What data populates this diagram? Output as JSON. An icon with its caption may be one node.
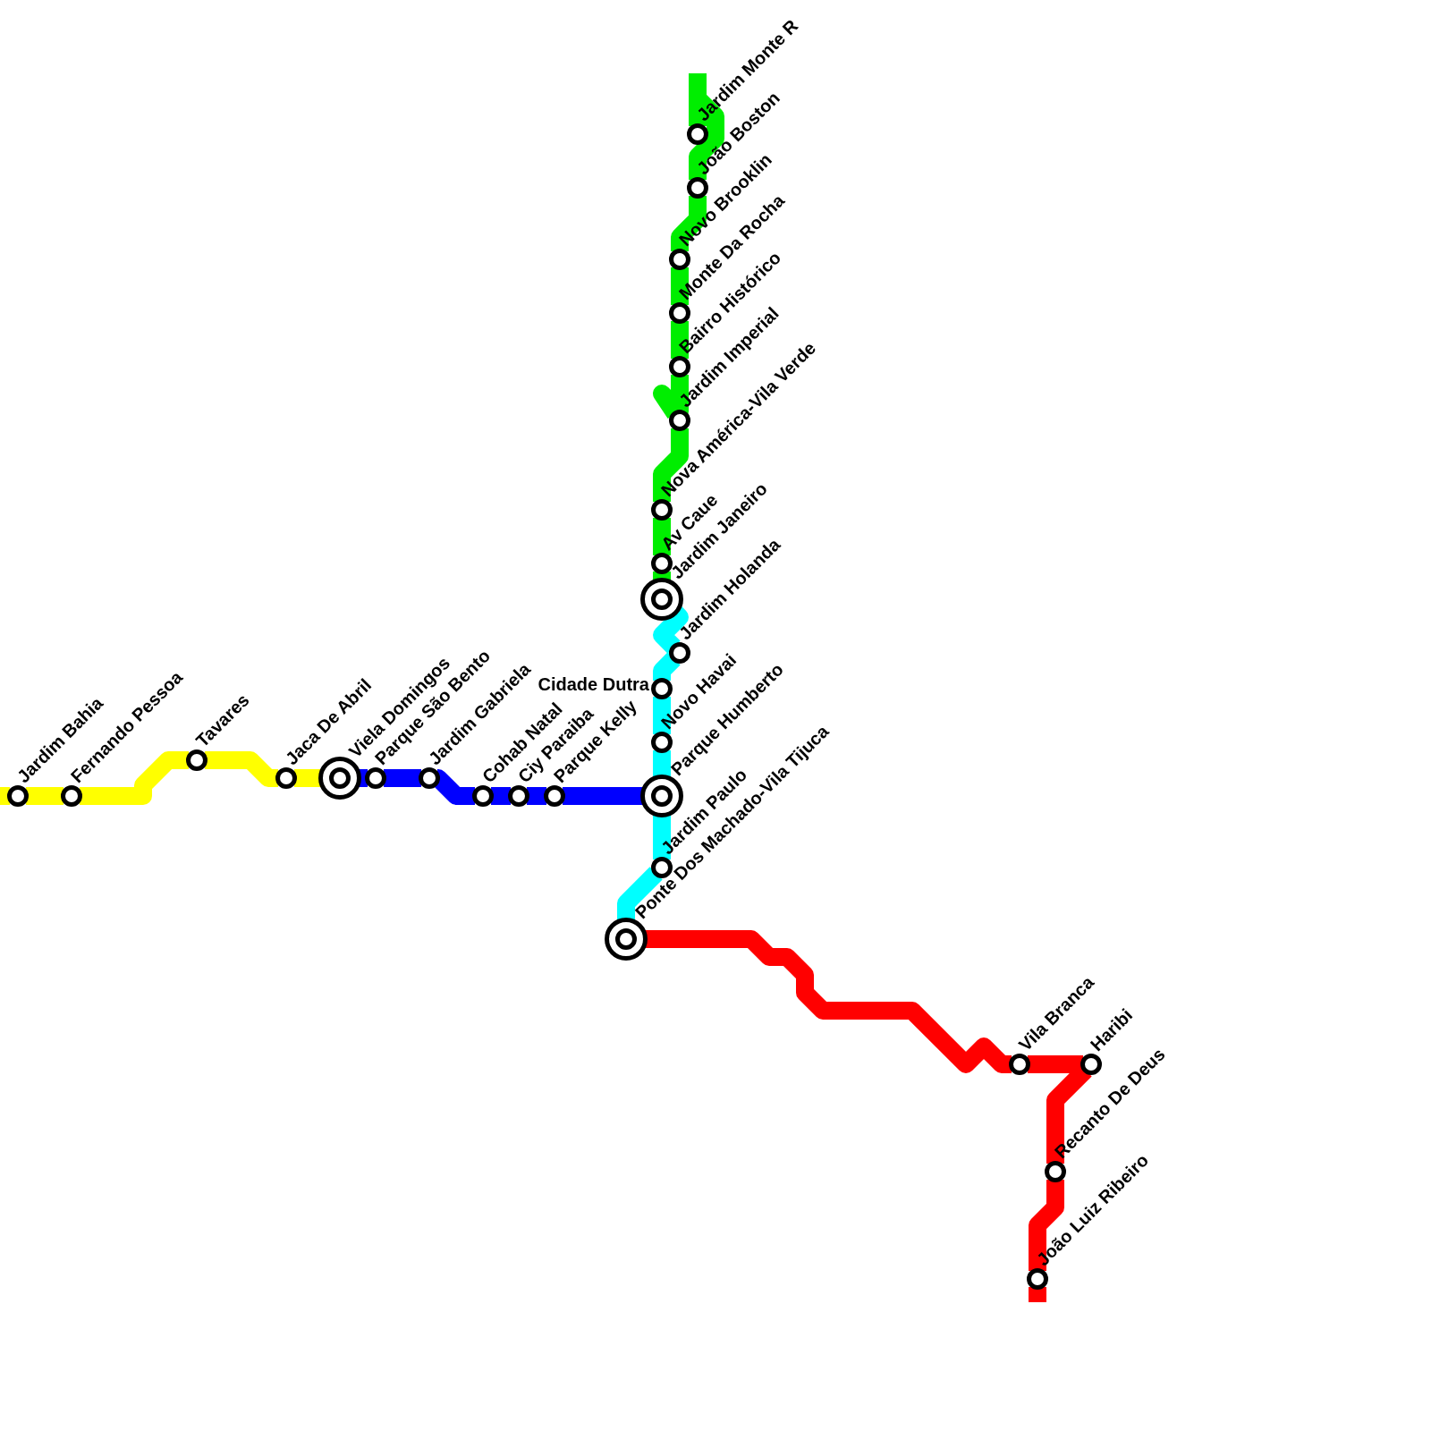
{
  "diagram": {
    "nodes": [
      {
        "text": [],
        "shape": "circle",
        "beside": [
          "Jardim Bahia"
        ]
      },
      {
        "text": [],
        "shape": "circle",
        "beside": [
          "Fernando Pessoa"
        ]
      },
      {
        "text": [],
        "shape": "circle",
        "beside": [
          "Tavares"
        ]
      },
      {
        "text": [],
        "shape": "circle",
        "beside": [
          "Jaca De Abril"
        ]
      },
      {
        "text": [],
        "shape": "circle",
        "beside": [
          "Viela Domingos"
        ]
      },
      {
        "text": [],
        "shape": "circle",
        "beside": [
          "Parque São Bento"
        ]
      },
      {
        "text": [],
        "shape": "circle",
        "beside": [
          "Jardim Gabriela"
        ]
      },
      {
        "text": [],
        "shape": "circle",
        "beside": [
          "Cohab Natal"
        ]
      },
      {
        "text": [],
        "shape": "circle",
        "beside": [
          "Ciy Paraiba"
        ]
      },
      {
        "text": [],
        "shape": "circle",
        "beside": [
          "Parque Kelly"
        ]
      },
      {
        "text": [],
        "shape": "circle",
        "beside": [
          "Jardim Monte R"
        ]
      },
      {
        "text": [],
        "shape": "circle",
        "beside": [
          "João Boston"
        ]
      },
      {
        "text": [],
        "shape": "circle",
        "beside": [
          "Novo Brooklin"
        ]
      },
      {
        "text": [],
        "shape": "circle",
        "beside": [
          "Monte Da Rocha"
        ]
      },
      {
        "text": [],
        "shape": "circle",
        "beside": [
          "Bairro Histórico"
        ]
      },
      {
        "text": [],
        "shape": "circle",
        "beside": [
          "Jardim Imperial"
        ]
      },
      {
        "text": [],
        "shape": "circle",
        "beside": [
          "Nova América-Vila Verde"
        ]
      },
      {
        "text": [],
        "shape": "circle",
        "beside": [
          "Av Caue"
        ]
      },
      {
        "text": [],
        "shape": "circle",
        "beside": [
          "Jardim Janeiro"
        ]
      },
      {
        "text": [],
        "shape": "circle",
        "beside": [
          "Jardim Holanda"
        ]
      },
      {
        "text": [],
        "shape": "circle",
        "beside": [
          "Cidade Dutra"
        ]
      },
      {
        "text": [],
        "shape": "circle",
        "beside": [
          "Novo Havai"
        ]
      },
      {
        "text": [],
        "shape": "circle",
        "beside": [
          "Parque Humberto"
        ]
      },
      {
        "text": [],
        "shape": "circle",
        "beside": [
          "Jardim Paulo"
        ]
      },
      {
        "text": [],
        "shape": "circle",
        "beside": [
          "Ponte Dos Machado-Vila Tijuca"
        ]
      },
      {
        "text": [],
        "shape": "circle",
        "beside": [
          "Vila Branca"
        ]
      },
      {
        "text": [],
        "shape": "circle",
        "beside": [
          "Haribi"
        ]
      },
      {
        "text": [],
        "shape": "circle",
        "beside": [
          "Recanto De Deus"
        ]
      },
      {
        "text": [],
        "shape": "circle",
        "beside": [
          "João Luiz Ribeiro"
        ]
      }
    ],
    "edges": [
      {
        "from": null,
        "to": 0,
        "arrow": "none",
        "color": "#ffff00"
      },
      {
        "from": 0,
        "to": 1,
        "arrow": "none",
        "color": "#ffff00"
      },
      {
        "from": 1,
        "to": 2,
        "arrow": "none",
        "color": "#ffff00"
      },
      {
        "from": 2,
        "to": 3,
        "arrow": "none",
        "color": "#ffff00"
      },
      {
        "from": 3,
        "to": 4,
        "arrow": "none",
        "color": "#ffff00"
      },
      {
        "from": 4,
        "to": 5,
        "arrow": "none",
        "color": "#0000ff"
      },
      {
        "from": 5,
        "to": 6,
        "arrow": "none",
        "color": "#0000ff"
      },
      {
        "from": 6,
        "to": 7,
        "arrow": "none",
        "color": "#0000ff"
      },
      {
        "from": 7,
        "to": 8,
        "arrow": "none",
        "color": "#0000ff"
      },
      {
        "from": 8,
        "to": 9,
        "arrow": "none",
        "color": "#0000ff"
      },
      {
        "from": 9,
        "to": 22,
        "arrow": "none",
        "color": "#0000ff"
      },
      {
        "from": null,
        "to": 10,
        "arrow": "none",
        "color": "#00ee00"
      },
      {
        "from": 10,
        "to": 11,
        "arrow": "none",
        "color": "#00ee00"
      },
      {
        "from": 11,
        "to": 12,
        "arrow": "none",
        "color": "#00ee00"
      },
      {
        "from": 12,
        "to": 13,
        "arrow": "none",
        "color": "#00ee00"
      },
      {
        "from": 13,
        "to": 14,
        "arrow": "none",
        "color": "#00ee00"
      },
      {
        "from": 14,
        "to": 15,
        "arrow": "none",
        "color": "#00ee00"
      },
      {
        "from": 15,
        "to": 16,
        "arrow": "none",
        "color": "#00ee00"
      },
      {
        "from": 16,
        "to": 17,
        "arrow": "none",
        "color": "#00ee00"
      },
      {
        "from": 17,
        "to": 18,
        "arrow": "none",
        "color": "#00ee00"
      },
      {
        "from": 18,
        "to": 19,
        "arrow": "none",
        "color": "#00ffff"
      },
      {
        "from": 19,
        "to": 20,
        "arrow": "none",
        "color": "#00ffff"
      },
      {
        "from": 20,
        "to": 21,
        "arrow": "none",
        "color": "#00ffff"
      },
      {
        "from": 21,
        "to": 22,
        "arrow": "none",
        "color": "#00ffff"
      },
      {
        "from": 22,
        "to": 23,
        "arrow": "none",
        "color": "#00ffff"
      },
      {
        "from": 23,
        "to": 24,
        "arrow": "none",
        "color": "#00ffff"
      },
      {
        "from": 24,
        "to": 25,
        "arrow": "none",
        "color": "#ff0000"
      },
      {
        "from": 25,
        "to": 26,
        "arrow": "none",
        "color": "#ff0000"
      },
      {
        "from": 26,
        "to": 27,
        "arrow": "none",
        "color": "#ff0000"
      },
      {
        "from": 27,
        "to": 28,
        "arrow": "none",
        "color": "#ff0000"
      },
      {
        "from": 28,
        "to": null,
        "arrow": "none",
        "color": "#ff0000"
      }
    ]
  }
}
